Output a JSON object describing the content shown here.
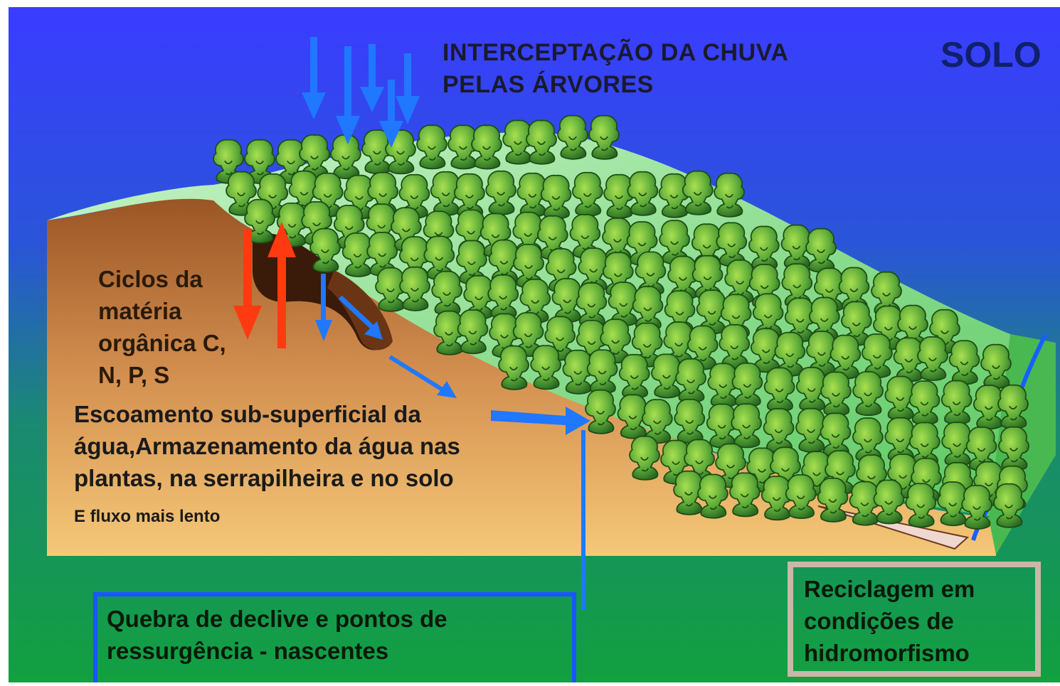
{
  "title": "INTERCEPTAÇÃO DA CHUVA\nPELAS ÁRVORES",
  "corner_label": "SOLO",
  "labels": {
    "organic_cycles": "Ciclos da\nmatéria\norgânica C,\nN, P, S",
    "subsurface_flow": "Escoamento sub-superficial da\nágua,Armazenamento da água nas\nplantas, na serrapilheira e no solo",
    "slow_flow": "E fluxo mais lento",
    "slope_break": "Quebra de declive e pontos de\nressurgência - nascentes",
    "recycling": "Reciclagem em\ncondições de\nhidromorfismo"
  },
  "colors": {
    "sky_top": "#3a3cff",
    "background_bottom": "#12a040",
    "soil_dark": "#9a5525",
    "soil_light": "#f5c070",
    "water_arrow": "#1f6fff",
    "cycle_arrow": "#ff3a10",
    "tree_light": "#8fd040",
    "tree_dark": "#2e7a28",
    "stream": "#1560ff",
    "recycling_border": "#c8b8a8",
    "slope_box_border": "#1a55ff"
  },
  "icons": [
    "rain-arrow-icon",
    "tree-icon",
    "cycle-up-arrow-icon",
    "cycle-down-arrow-icon",
    "flow-arrow-icon"
  ]
}
